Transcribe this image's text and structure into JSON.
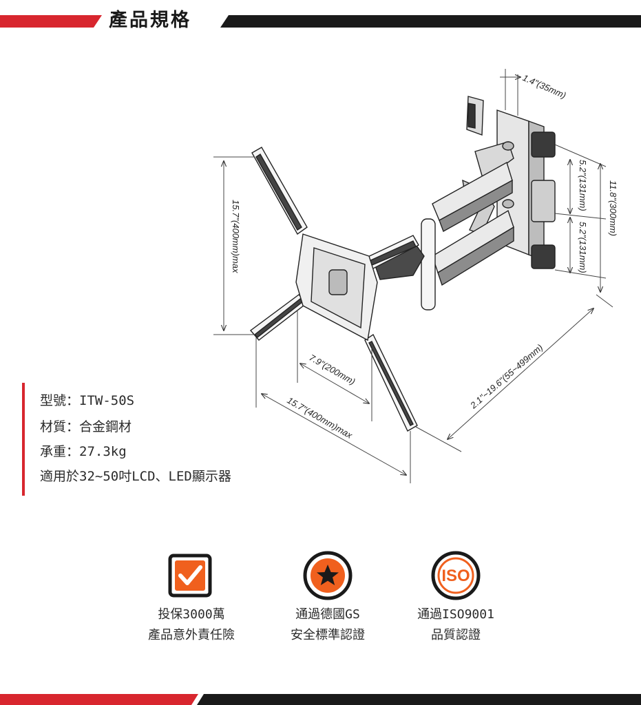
{
  "header": {
    "title": "產品規格"
  },
  "dimensions": {
    "wall_plate_depth": "1.4\"(35mm)",
    "upper_spacing": "5.2\"(131mm)",
    "lower_spacing": "5.2\"(131mm)",
    "plate_height": "11.8\"(300mm)",
    "vesa_height": "15.7\"(400mm)max",
    "vesa_inner_width": "7.9\"(200mm)",
    "vesa_width": "15.7\"(400mm)max",
    "extension": "2.1\"~19.6\"(55~499mm)"
  },
  "specs": {
    "model": "型號：ITW-50S",
    "material": "材質：合金鋼材",
    "load": "承重：27.3kg",
    "fit": "適用於32~50吋LCD、LED顯示器"
  },
  "badges": [
    {
      "icon": "check-icon",
      "line1": "投保3000萬",
      "line2": "產品意外責任險"
    },
    {
      "icon": "star-icon",
      "line1": "通過德國GS",
      "line2": "安全標準認證"
    },
    {
      "icon": "iso-icon",
      "label": "ISO",
      "line1": "通過ISO9001",
      "line2": "品質認證"
    }
  ],
  "colors": {
    "accent": "#d8262e",
    "dark": "#1a1a1a",
    "icon_orange": "#f0601e"
  }
}
